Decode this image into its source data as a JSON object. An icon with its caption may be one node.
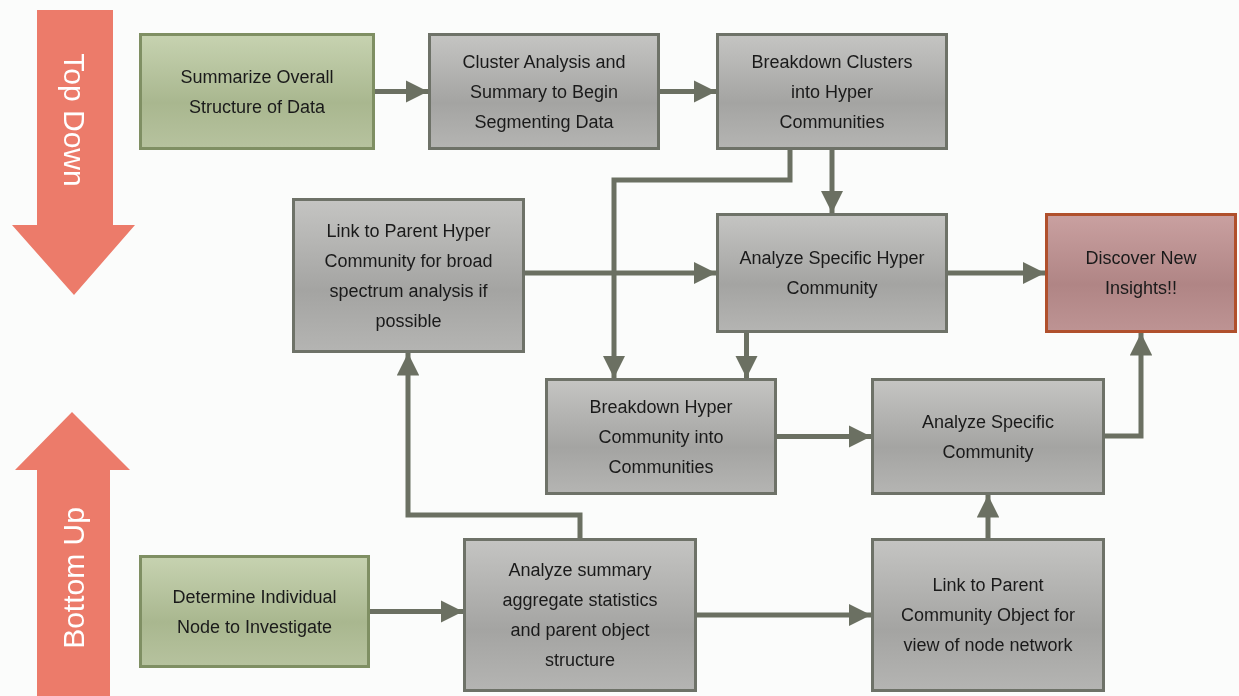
{
  "diagram": {
    "nodes": [
      {
        "text": [
          "Summarize Overall Structure of Data"
        ]
      },
      {
        "text": [
          "Cluster Analysis and Summary to Begin Segmenting Data"
        ]
      },
      {
        "text": [
          "Breakdown Clusters into Hyper Communities"
        ]
      },
      {
        "text": [
          "Link to Parent Hyper Community for broad spectrum analysis if possible"
        ]
      },
      {
        "text": [
          "Analyze Specific Hyper Community"
        ]
      },
      {
        "text": [
          "Discover New Insights!!"
        ]
      },
      {
        "text": [
          "Breakdown Hyper Community into Communities"
        ]
      },
      {
        "text": [
          "Analyze Specific Community"
        ]
      },
      {
        "text": [
          "Determine Individual Node to Investigate"
        ]
      },
      {
        "text": [
          "Analyze summary aggregate statistics and parent object structure"
        ]
      },
      {
        "text": [
          "Link to Parent Community Object for view of node network"
        ]
      }
    ],
    "edges": [
      {
        "from": 0,
        "to": 1,
        "arrow": "to"
      },
      {
        "from": 1,
        "to": 2,
        "arrow": "to"
      },
      {
        "from": 2,
        "to": 4,
        "arrow": "to"
      },
      {
        "from": 2,
        "to": 6,
        "arrow": "to"
      },
      {
        "from": 3,
        "to": 4,
        "arrow": "to"
      },
      {
        "from": 4,
        "to": 5,
        "arrow": "to"
      },
      {
        "from": 4,
        "to": 6,
        "arrow": "to"
      },
      {
        "from": 6,
        "to": 7,
        "arrow": "to"
      },
      {
        "from": 7,
        "to": 5,
        "arrow": "to"
      },
      {
        "from": 8,
        "to": 9,
        "arrow": "to"
      },
      {
        "from": 9,
        "to": 10,
        "arrow": "to"
      },
      {
        "from": 10,
        "to": 7,
        "arrow": "to"
      },
      {
        "from": 9,
        "to": 3,
        "arrow": "to"
      }
    ],
    "labels": [
      "Top Down",
      "Bottom Up"
    ]
  }
}
